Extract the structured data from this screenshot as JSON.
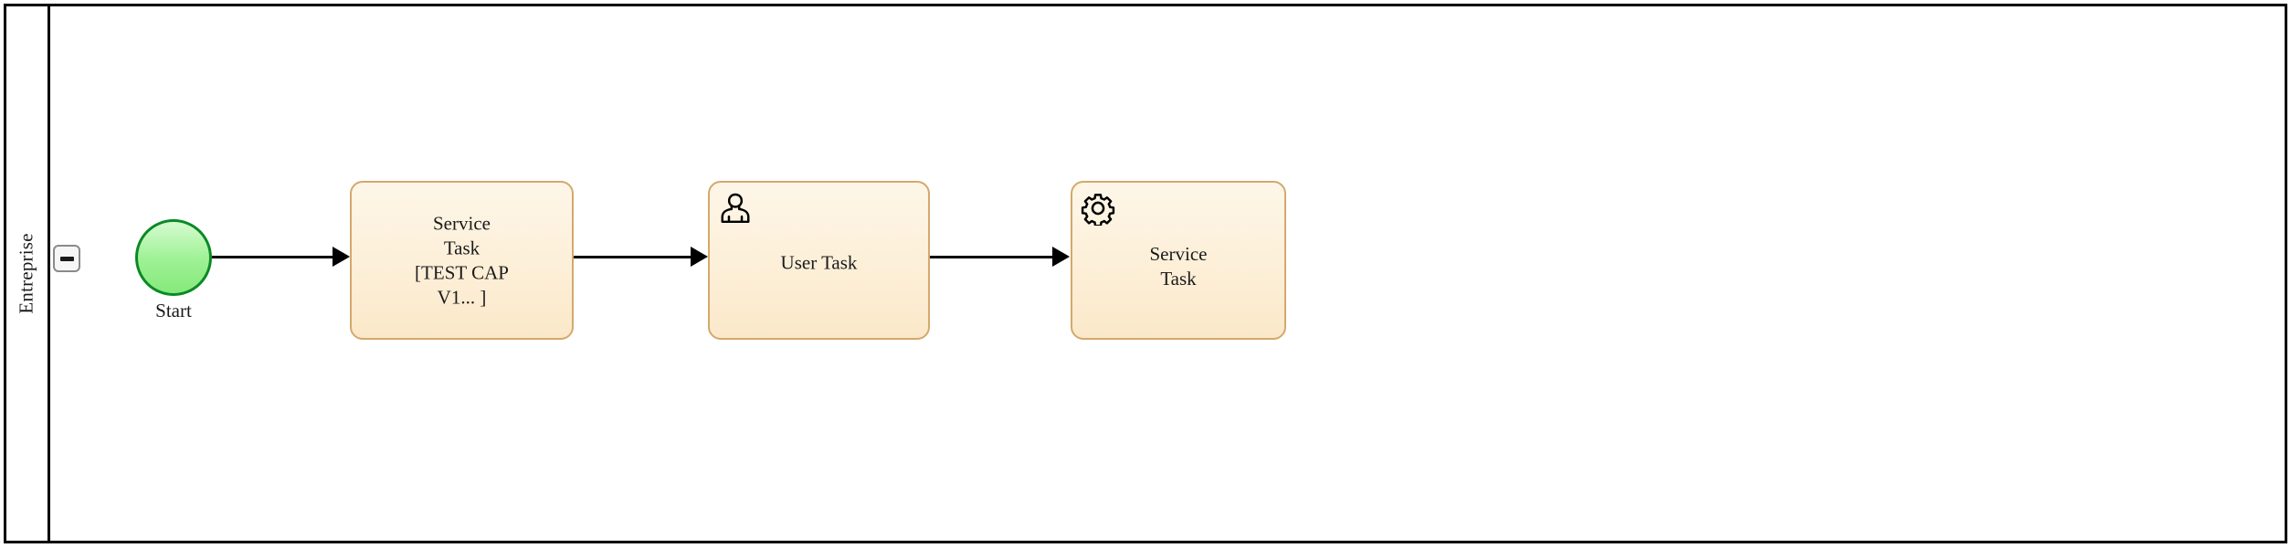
{
  "diagram": {
    "type": "bpmn-process",
    "pool": {
      "name": "Entreprise",
      "collapse_toggle": {
        "name": "collapse-lane",
        "state": "expanded",
        "glyph": "minus"
      }
    },
    "colors": {
      "pool_border": "#000000",
      "task_fill_top": "#fdf6e8",
      "task_fill_bottom": "#fbe8c9",
      "task_border": "#d3a96c",
      "start_fill_top": "#d5fbd0",
      "start_fill_bottom": "#86e97c",
      "start_border": "#0a8a25",
      "flow_stroke": "#000000"
    },
    "nodes": [
      {
        "id": "start-event",
        "kind": "start-event",
        "label": "Start",
        "icon": "none"
      },
      {
        "id": "task-service-1",
        "kind": "service-task",
        "label": "Service\nTask\n[TEST CAP\nV1... ]",
        "icon": "none"
      },
      {
        "id": "task-user-1",
        "kind": "user-task",
        "label": "User Task",
        "icon": "user-icon"
      },
      {
        "id": "task-service-2",
        "kind": "service-task",
        "label": "Service\nTask",
        "icon": "gear-icon"
      }
    ],
    "flows": [
      {
        "id": "flow-1",
        "from": "start-event",
        "to": "task-service-1"
      },
      {
        "id": "flow-2",
        "from": "task-service-1",
        "to": "task-user-1"
      },
      {
        "id": "flow-3",
        "from": "task-user-1",
        "to": "task-service-2"
      }
    ]
  }
}
